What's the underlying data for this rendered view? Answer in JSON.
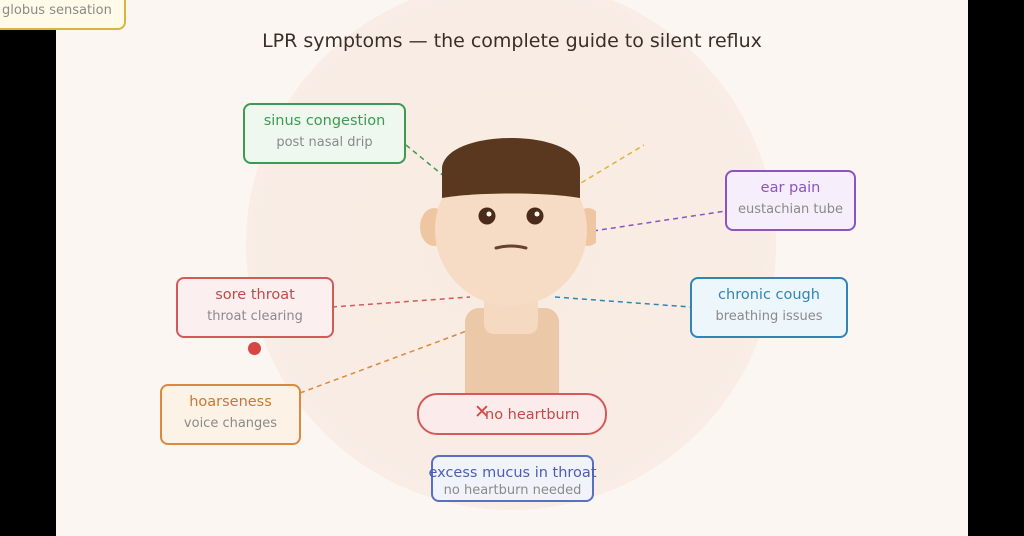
{
  "title": "LPR symptoms — the complete guide to silent reflux",
  "callouts": {
    "globus": {
      "main": "globus sensation",
      "color": "#d8b63a"
    },
    "sinus": {
      "main": "sinus congestion",
      "sub": "post nasal drip",
      "color": "#3e9a52"
    },
    "ear": {
      "main": "ear pain",
      "sub": "eustachian tube",
      "color": "#8a55c0"
    },
    "sore_throat": {
      "main": "sore throat",
      "sub": "throat clearing",
      "color": "#d35a5a"
    },
    "cough": {
      "main": "chronic cough",
      "sub": "breathing issues",
      "color": "#2f86b5"
    },
    "hoarseness": {
      "main": "hoarseness",
      "sub": "voice changes",
      "color": "#d98a3e"
    },
    "heartburn": {
      "main": "no heartburn",
      "color": "#d35a5a",
      "icon": "x-icon"
    },
    "mucus": {
      "main": "excess mucus in throat",
      "sub": "no heartburn needed",
      "color": "#5a6fc0"
    }
  }
}
